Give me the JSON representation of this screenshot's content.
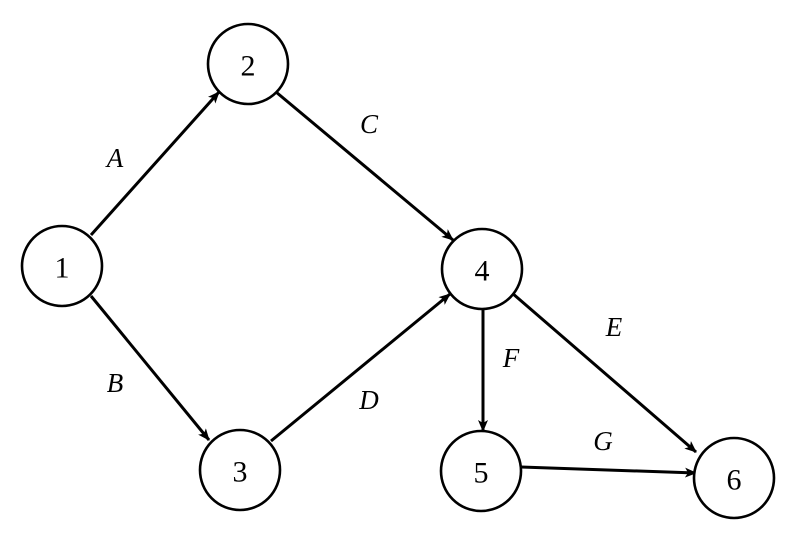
{
  "diagram": {
    "nodes": [
      {
        "id": "1",
        "label": "1"
      },
      {
        "id": "2",
        "label": "2"
      },
      {
        "id": "3",
        "label": "3"
      },
      {
        "id": "4",
        "label": "4"
      },
      {
        "id": "5",
        "label": "5"
      },
      {
        "id": "6",
        "label": "6"
      }
    ],
    "edges": [
      {
        "from": "1",
        "to": "2",
        "label": "A"
      },
      {
        "from": "1",
        "to": "3",
        "label": "B"
      },
      {
        "from": "2",
        "to": "4",
        "label": "C"
      },
      {
        "from": "3",
        "to": "4",
        "label": "D"
      },
      {
        "from": "4",
        "to": "6",
        "label": "E"
      },
      {
        "from": "4",
        "to": "5",
        "label": "F"
      },
      {
        "from": "5",
        "to": "6",
        "label": "G"
      }
    ],
    "line_color": "#000000",
    "background_color": "#ffffff"
  }
}
